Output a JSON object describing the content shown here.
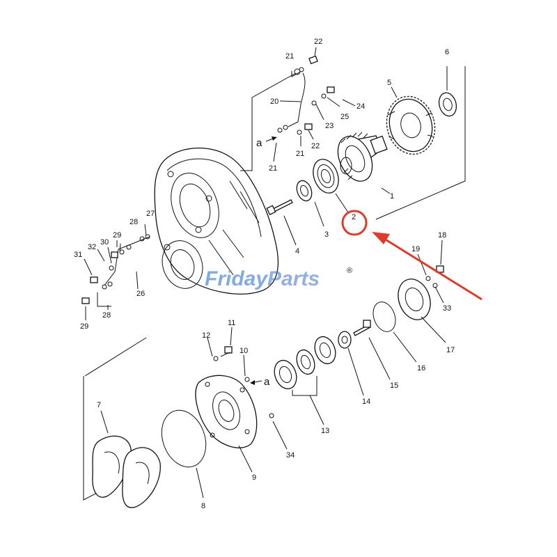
{
  "watermark": {
    "brand_a": "Friday",
    "brand_b": "Parts",
    "registered": "®",
    "accent_color": "#e8a13a",
    "color": "#4a7fcf"
  },
  "highlight": {
    "color": "#e03a2a",
    "part": "2"
  },
  "callouts": {
    "p1": "1",
    "p2": "2",
    "p3": "3",
    "p4": "4",
    "p5": "5",
    "p6": "6",
    "p7": "7",
    "p8": "8",
    "p9": "9",
    "p10": "10",
    "p11": "11",
    "p12": "12",
    "p13": "13",
    "p14": "14",
    "p15": "15",
    "p16": "16",
    "p17": "17",
    "p18": "18",
    "p19": "19",
    "p20": "20",
    "p21a": "21",
    "p21b": "21",
    "p21c": "21",
    "p22a": "22",
    "p22b": "22",
    "p23": "23",
    "p24": "24",
    "p25": "25",
    "p26": "26",
    "p27": "27",
    "p28a": "28",
    "p28b": "28",
    "p29a": "29",
    "p29b": "29",
    "p30": "30",
    "p31": "31",
    "p32": "32",
    "p33": "33",
    "p34": "34"
  },
  "ref_letters": {
    "a_top": "a",
    "a_mid": "a"
  }
}
